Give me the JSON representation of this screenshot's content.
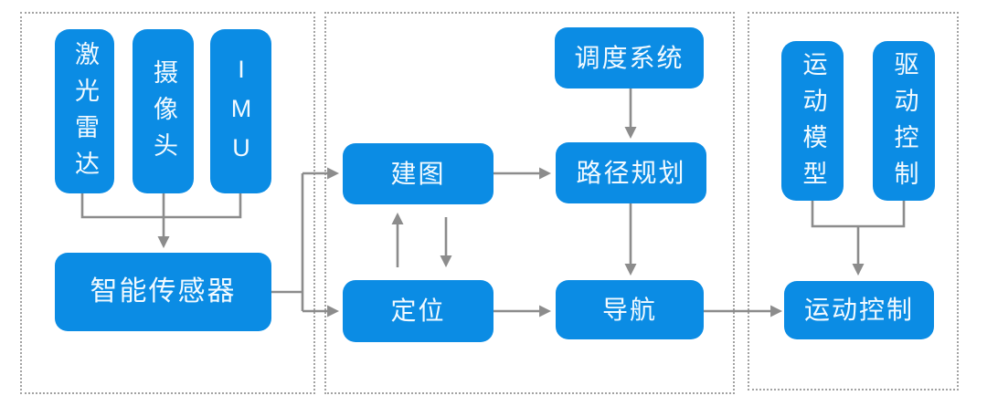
{
  "colors": {
    "node-fill": "#0b8ce4",
    "node-text": "#f2faff",
    "arrow": "#8c8c8c",
    "panel-border": "#a2a2a2",
    "bg": "#ffffff"
  },
  "nodes": {
    "lidar": {
      "label": "激光雷达"
    },
    "camera": {
      "label": "摄像头"
    },
    "imu": {
      "label": "IMU"
    },
    "smart_sensor": {
      "label": "智能传感器"
    },
    "dispatch_system": {
      "label": "调度系统"
    },
    "mapping": {
      "label": "建图"
    },
    "path_planning": {
      "label": "路径规划"
    },
    "localization": {
      "label": "定位"
    },
    "navigation": {
      "label": "导航"
    },
    "motion_model": {
      "label": "运动模型"
    },
    "drive_control": {
      "label": "驱动控制"
    },
    "motion_control": {
      "label": "运动控制"
    }
  },
  "edges": [
    {
      "from": [
        "lidar",
        "camera",
        "imu"
      ],
      "to": "smart_sensor"
    },
    {
      "from": "smart_sensor",
      "to": "mapping"
    },
    {
      "from": "smart_sensor",
      "to": "localization"
    },
    {
      "from": "dispatch_system",
      "to": "path_planning"
    },
    {
      "from": "mapping",
      "to": "path_planning"
    },
    {
      "from": "mapping",
      "to": "localization",
      "bidirectional": true
    },
    {
      "from": "path_planning",
      "to": "navigation"
    },
    {
      "from": "localization",
      "to": "navigation"
    },
    {
      "from": "navigation",
      "to": "motion_control"
    },
    {
      "from": [
        "motion_model",
        "drive_control"
      ],
      "to": "motion_control"
    }
  ]
}
